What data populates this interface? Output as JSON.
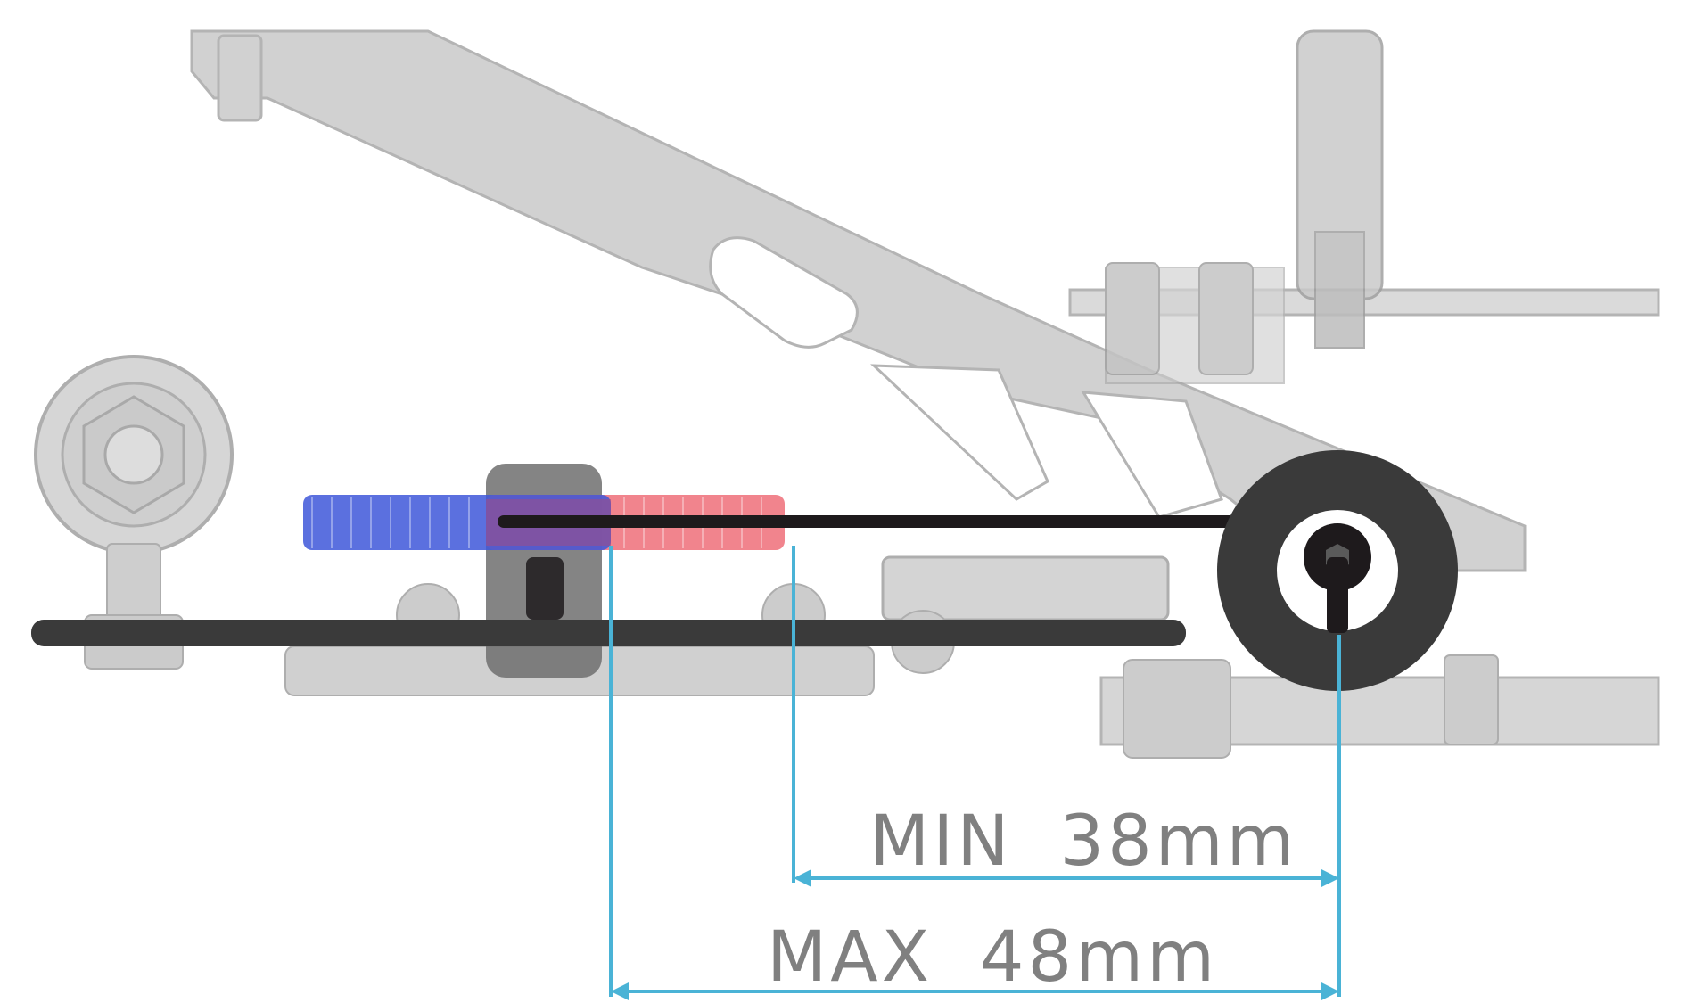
{
  "diagram": {
    "dimensions": {
      "min": {
        "label": "MIN",
        "value": "38mm"
      },
      "max": {
        "label": "MAX",
        "value": "48mm"
      }
    }
  },
  "colors": {
    "background": "#ffffff",
    "part_grey": "#c9c9c9",
    "part_grey_dark": "#a7a7a7",
    "plate": "#3a3a3a",
    "rod": "#1e1a1c",
    "thread_min": "#3e57d9",
    "thread_max": "#ef6f79",
    "dimension_line": "#4ab3d6",
    "label": "#808080"
  },
  "icons": {
    "bolt": "hex-socket-bolt-icon",
    "rod_end": "rod-end-icon",
    "arrow": "dimension-arrowhead-icon"
  }
}
